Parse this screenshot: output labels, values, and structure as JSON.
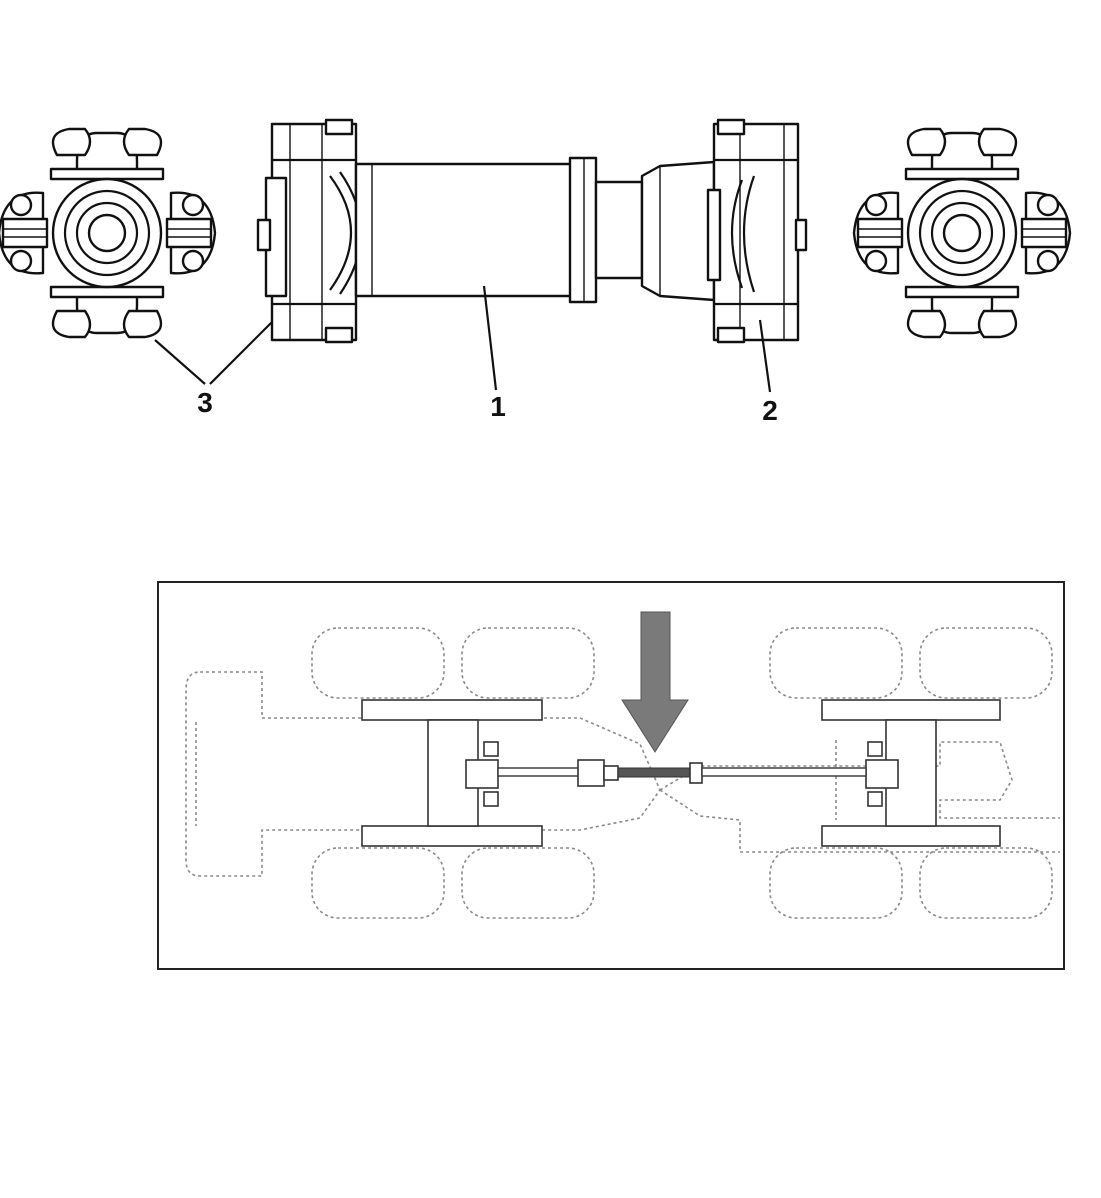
{
  "figure": {
    "callouts": [
      {
        "id": "callout-1",
        "text": "1"
      },
      {
        "id": "callout-2",
        "text": "2"
      },
      {
        "id": "callout-3",
        "text": "3"
      }
    ],
    "location_view": {
      "arrow_color": "#7a7a7a",
      "outline_style": "dotted"
    }
  }
}
